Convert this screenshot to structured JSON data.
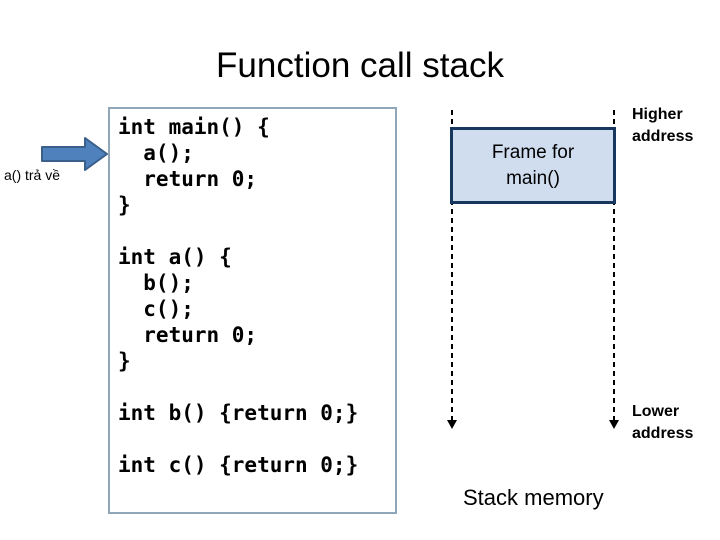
{
  "slide": {
    "title": "Function call stack",
    "code_block": {
      "code": "int main() {\n  a();\n  return 0;\n}\n\nint a() {\n  b();\n  c();\n  return 0;\n}\n\nint b() {return 0;}\n\nint c() {return 0;}"
    },
    "callout": {
      "label": "a() trả về"
    },
    "memory_diagram": {
      "frame_label": "Frame for\nmain()",
      "higher_address_label": "Higher address",
      "lower_address_label": "Lower address",
      "stack_memory_label": "Stack memory"
    },
    "colors": {
      "arrow_fill": "#4F81BD",
      "arrow_border": "#3A5F8B",
      "frame_fill": "#CFDDEF",
      "frame_border": "#17375E",
      "code_box_border": "#90A7BA",
      "dashed_line": "#000000"
    }
  }
}
